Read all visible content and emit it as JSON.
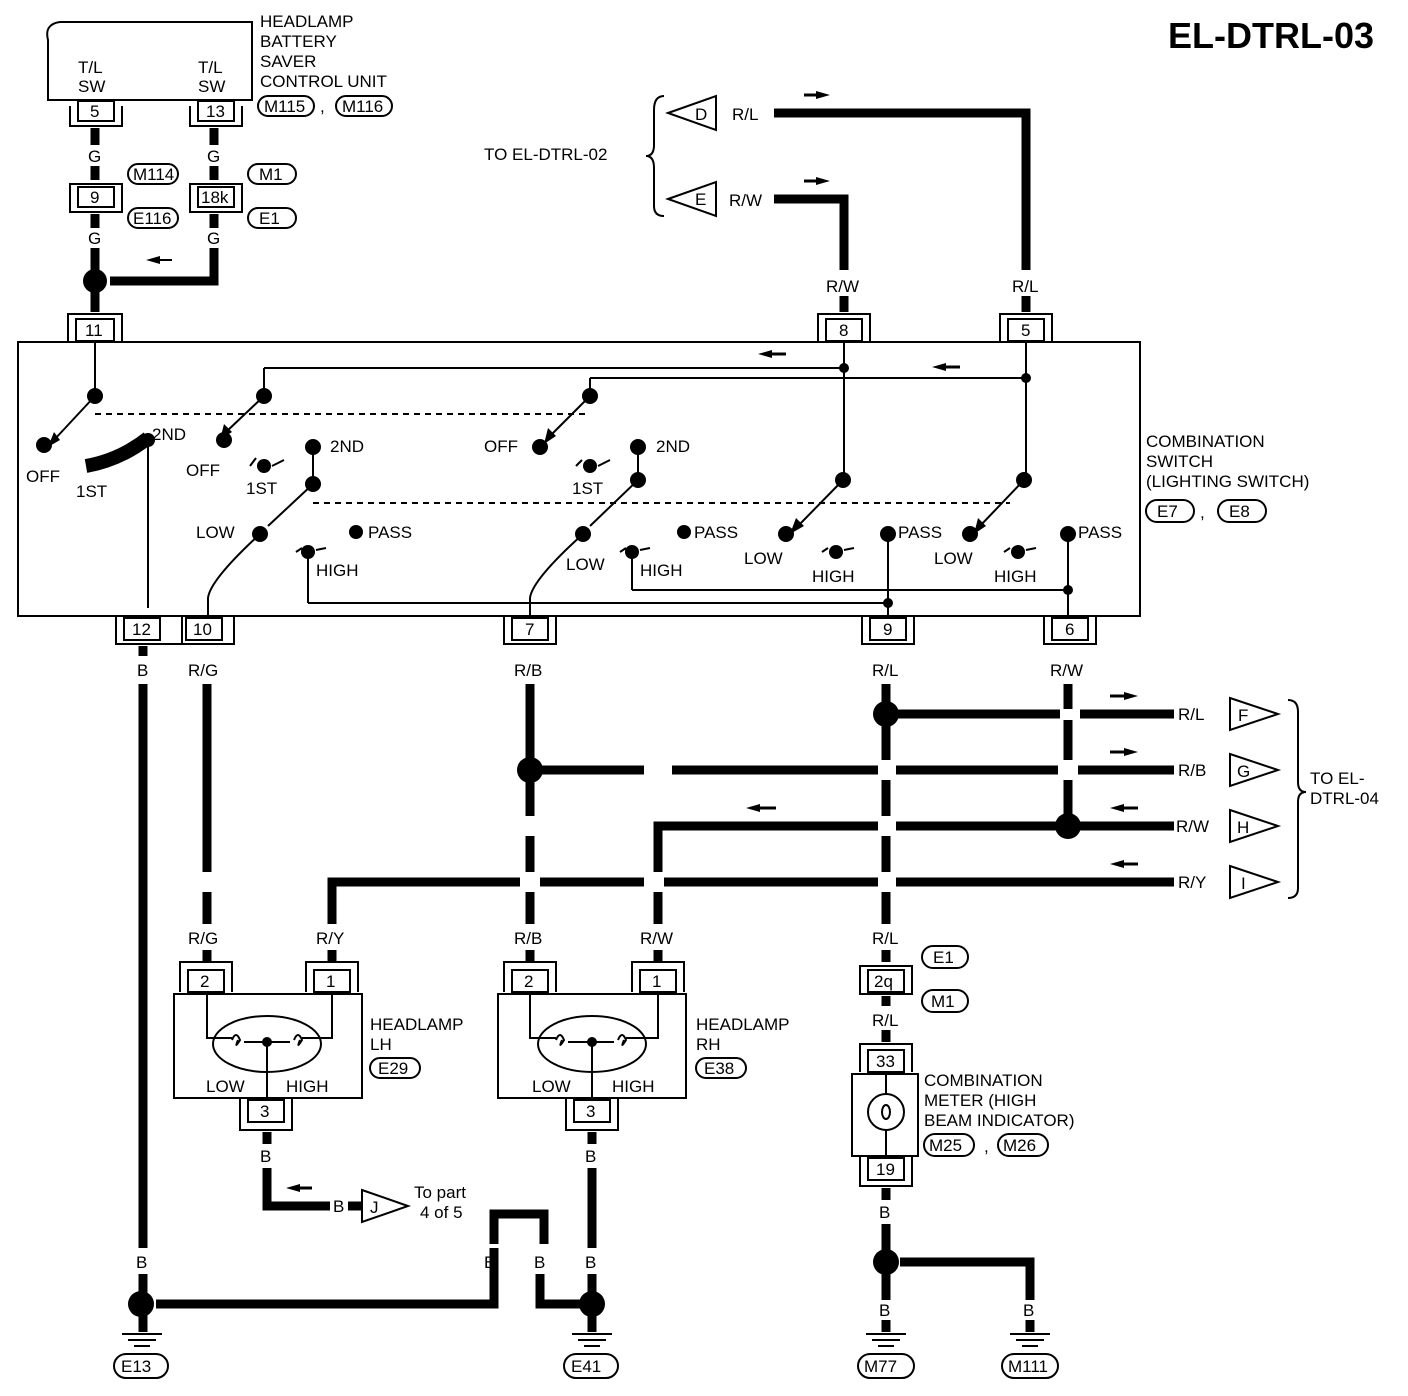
{
  "page_title": "EL-DTRL-03",
  "battery_saver": {
    "label_lines": [
      "HEADLAMP",
      "BATTERY",
      "SAVER",
      "CONTROL UNIT"
    ],
    "terminal_left": [
      "T/L",
      "SW"
    ],
    "terminal_right": [
      "T/L",
      "SW"
    ],
    "pins": [
      "5",
      "13"
    ],
    "connectors": [
      "M115",
      "M116"
    ],
    "separator": ","
  },
  "upper_left": {
    "wire_top_left": "G",
    "wire_top_right": "G",
    "pins": [
      "9",
      "18k"
    ],
    "conn_left": [
      "M114",
      "E116"
    ],
    "conn_right": [
      "M1",
      "E1"
    ],
    "wire_bottom_left": "G",
    "wire_bottom_right": "G"
  },
  "to_dtrl02": {
    "label": "TO EL-DTRL-02",
    "refs": [
      {
        "letter": "D",
        "wire": "R/L"
      },
      {
        "letter": "E",
        "wire": "R/W"
      }
    ],
    "wire_to_switch_8": "R/W",
    "wire_to_switch_5": "R/L"
  },
  "combination_switch": {
    "label_lines": [
      "COMBINATION",
      "SWITCH",
      "(LIGHTING SWITCH)"
    ],
    "connectors": [
      "E7",
      "E8"
    ],
    "separator": ",",
    "pins_top": [
      "11",
      "8",
      "5"
    ],
    "pins_bottom": [
      "12",
      "10",
      "7",
      "9",
      "6"
    ],
    "positions": {
      "off": "OFF",
      "first": "1ST",
      "second": "2ND",
      "low": "LOW",
      "high": "HIGH",
      "pass": "PASS"
    }
  },
  "switch_outputs": {
    "pin12": "B",
    "pin10": "R/G",
    "pin7": "R/B",
    "pin9": "R/L",
    "pin6": "R/W"
  },
  "to_dtrl04": {
    "label_lines": [
      "TO EL-",
      "DTRL-04"
    ],
    "refs": [
      {
        "letter": "F",
        "wire": "R/L"
      },
      {
        "letter": "G",
        "wire": "R/B"
      },
      {
        "letter": "H",
        "wire": "R/W"
      },
      {
        "letter": "I",
        "wire": "R/Y"
      }
    ]
  },
  "headlamp_lh": {
    "label_lines": [
      "HEADLAMP",
      "LH"
    ],
    "connector": "E29",
    "wires_in": [
      "R/G",
      "R/Y"
    ],
    "pins_top": [
      "2",
      "1"
    ],
    "low": "LOW",
    "high": "HIGH",
    "pin_bottom": "3",
    "wire_out": "B"
  },
  "headlamp_rh": {
    "label_lines": [
      "HEADLAMP",
      "RH"
    ],
    "connector": "E38",
    "wires_in": [
      "R/B",
      "R/W"
    ],
    "pins_top": [
      "2",
      "1"
    ],
    "low": "LOW",
    "high": "HIGH",
    "pin_bottom": "3",
    "wire_out": "B"
  },
  "to_part": {
    "wire": "B",
    "letter": "J",
    "label_lines": [
      "To part",
      "4 of 5"
    ]
  },
  "meter": {
    "wire_in": "R/L",
    "connectors": [
      "E1",
      "M1"
    ],
    "pin_joint": "2q",
    "wire_mid": "R/L",
    "pin_top": "33",
    "pin_bottom": "19",
    "label_lines": [
      "COMBINATION",
      "METER (HIGH",
      "BEAM INDICATOR)"
    ],
    "conn": [
      "M25",
      "M26"
    ],
    "separator": ",",
    "wire_out": "B"
  },
  "grounds": {
    "wire_labels": [
      "B",
      "B",
      "B",
      "B",
      "B",
      "B"
    ],
    "names": [
      "E13",
      "E41",
      "M77",
      "M111"
    ]
  }
}
